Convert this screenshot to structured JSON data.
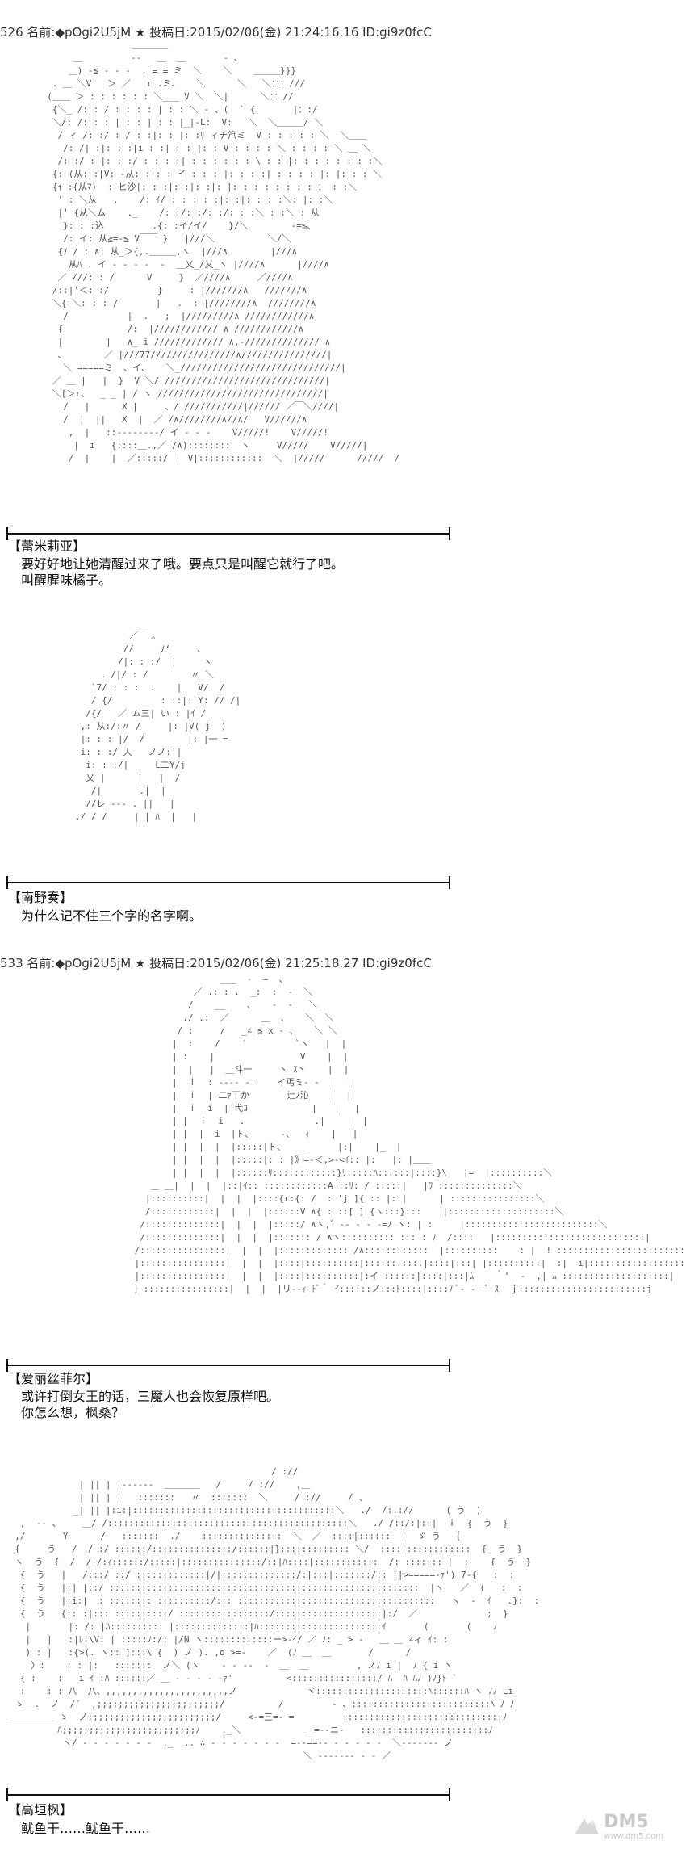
{
  "posts": [
    {
      "header": "526 名前:◆pOgi2U5jM ★ 投稿日:2015/02/06(金) 21:24:16.16 ID:gi9z0fcC",
      "speaker": "【蕾米莉亚】",
      "lines": [
        "要好好地让她清醒过来了哦。要点只是叫醒它就行了吧。",
        "叫醒腥味橘子。"
      ]
    },
    {
      "speaker": "【南野奏】",
      "lines": [
        "为什么记不住三个字的名字啊。"
      ]
    },
    {
      "header": "533 名前:◆pOgi2U5jM ★ 投稿日:2015/02/06(金) 21:25:18.27 ID:gi9z0fcC",
      "speaker": "【爱丽丝菲尔】",
      "lines": [
        "或许打倒女王的话，三魔人也会恢复原样吧。",
        "你怎么想，枫桑？"
      ]
    },
    {
      "speaker": "【高垣枫】",
      "lines": [
        "鱿鱼干……鱿鱼干……"
      ]
    }
  ],
  "watermark": {
    "text": "DM5",
    "url": "www.dm5.com"
  }
}
